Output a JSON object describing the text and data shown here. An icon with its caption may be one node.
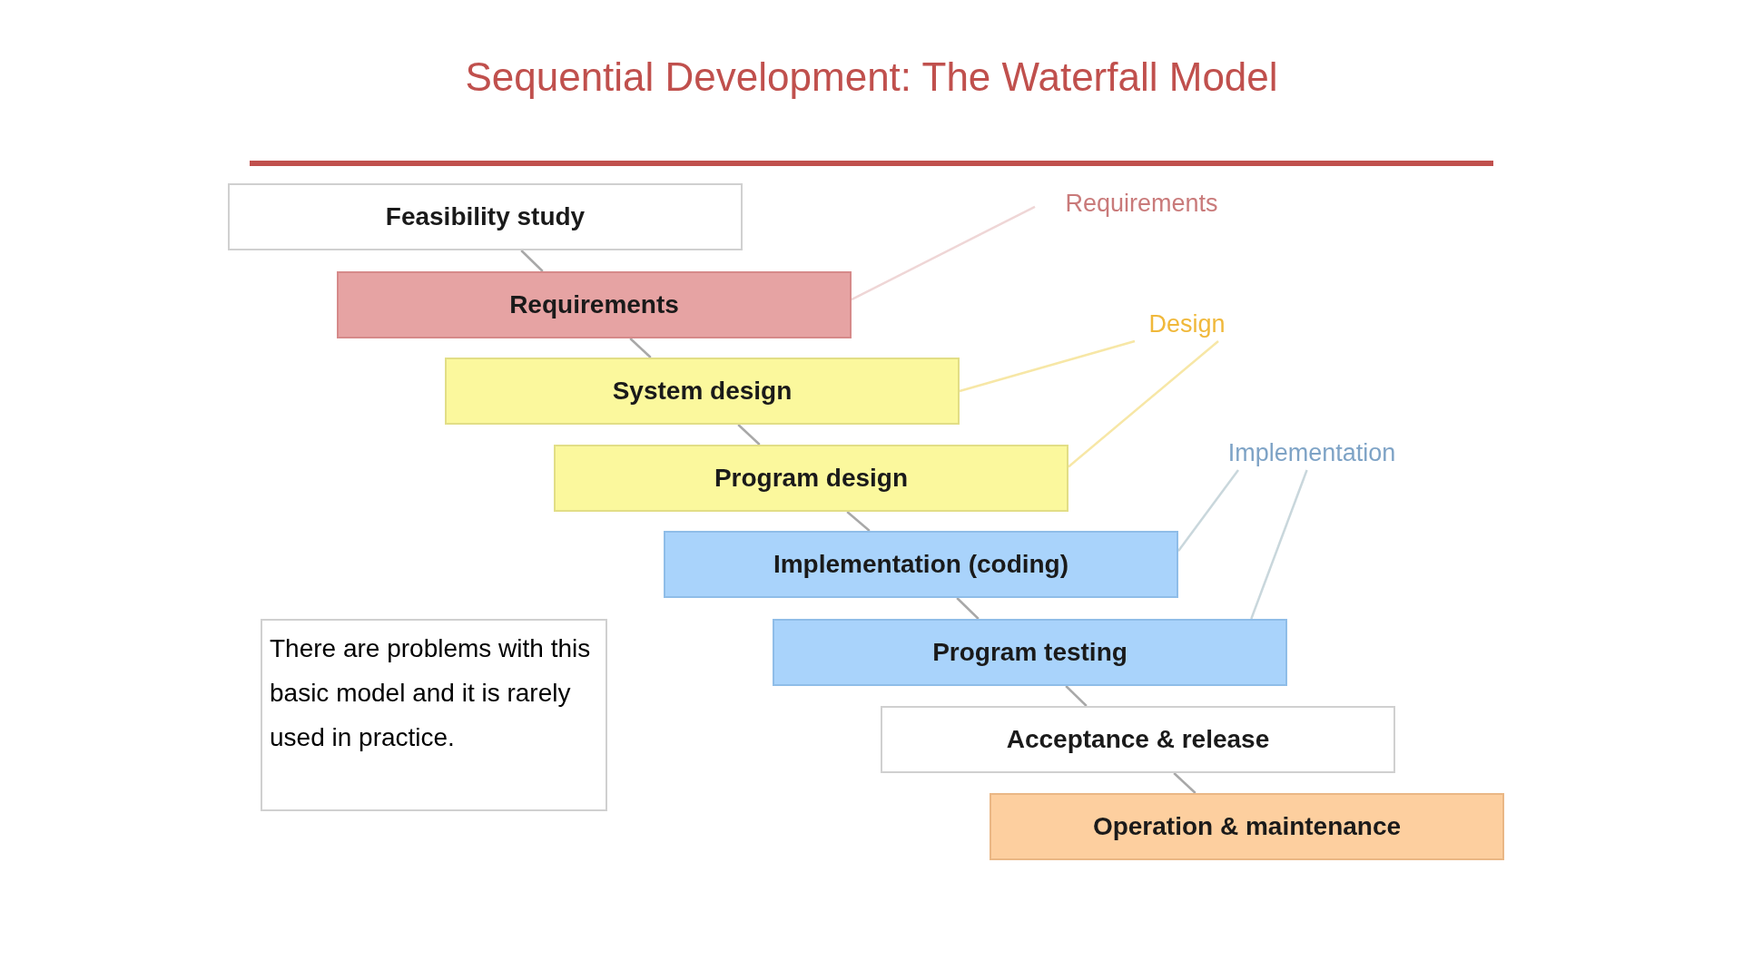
{
  "diagram": {
    "title": "Sequential Development: The Waterfall Model",
    "nodes": [
      {
        "text": [
          "Feasibility study"
        ]
      },
      {
        "text": [
          "Requirements"
        ]
      },
      {
        "text": [
          "System design"
        ]
      },
      {
        "text": [
          "Program design"
        ]
      },
      {
        "text": [
          "Implementation (coding)"
        ]
      },
      {
        "text": [
          "Program testing"
        ]
      },
      {
        "text": [
          "Acceptance & release"
        ]
      },
      {
        "text": [
          "Operation & maintenance"
        ]
      },
      {
        "text": [
          "There are problems with this basic model and it is rarely used in practice."
        ]
      },
      {
        "text": [
          "Requirements"
        ]
      },
      {
        "text": [
          "Design"
        ]
      },
      {
        "text": [
          "Implementation"
        ]
      }
    ],
    "edges": [
      {
        "from": 0,
        "to": 1,
        "arrow": "none"
      },
      {
        "from": 1,
        "to": 2,
        "arrow": "none"
      },
      {
        "from": 2,
        "to": 3,
        "arrow": "none"
      },
      {
        "from": 3,
        "to": 4,
        "arrow": "none"
      },
      {
        "from": 4,
        "to": 5,
        "arrow": "none"
      },
      {
        "from": 5,
        "to": 6,
        "arrow": "none"
      },
      {
        "from": 6,
        "to": 7,
        "arrow": "none"
      },
      {
        "from": 9,
        "to": 1,
        "arrow": "none",
        "color": "#efd6d6"
      },
      {
        "from": 10,
        "to": 2,
        "arrow": "none",
        "color": "#f7e7a6"
      },
      {
        "from": 10,
        "to": 3,
        "arrow": "none",
        "color": "#f7e7a6"
      },
      {
        "from": 11,
        "to": 4,
        "arrow": "none",
        "color": "#c9d7dc"
      },
      {
        "from": 11,
        "to": 5,
        "arrow": "none",
        "color": "#c9d7dc"
      }
    ]
  }
}
